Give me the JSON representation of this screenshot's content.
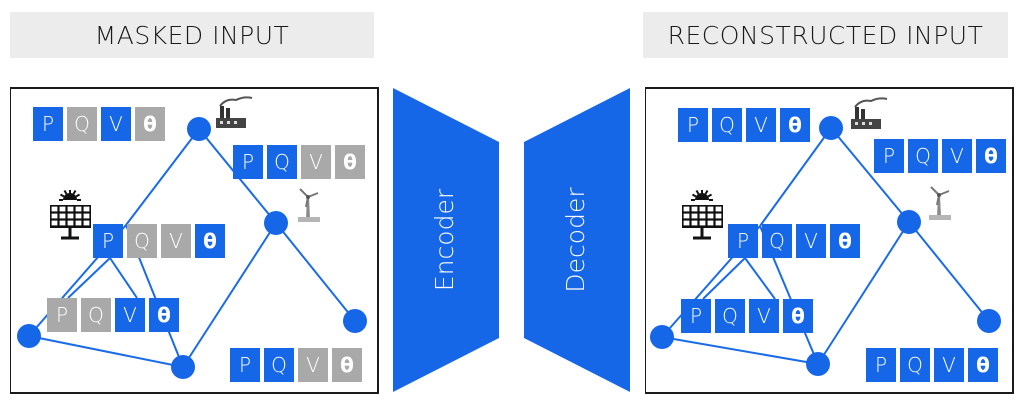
{
  "titles": {
    "masked": "MASKED INPUT",
    "reconstructed": "RECONSTRUCTED INPUT"
  },
  "encoder_label": "Encoder",
  "decoder_label": "Decoder",
  "cell_labels": [
    "P",
    "Q",
    "V",
    "θ"
  ],
  "colors": {
    "blue": "#1667e8",
    "gray": "#a9a9a9",
    "edge": "#1a6be8"
  },
  "icons": {
    "factory": "factory-icon",
    "wind": "wind-turbine-icon",
    "solar": "solar-panel-icon"
  },
  "masked_groups": [
    {
      "id": "top",
      "mask": [
        1,
        0,
        1,
        0
      ]
    },
    {
      "id": "upper-right",
      "mask": [
        1,
        1,
        0,
        0
      ]
    },
    {
      "id": "middle",
      "mask": [
        1,
        0,
        0,
        1
      ]
    },
    {
      "id": "lower-left",
      "mask": [
        0,
        0,
        1,
        1
      ]
    },
    {
      "id": "bottom-right",
      "mask": [
        1,
        1,
        0,
        0
      ]
    }
  ],
  "reconstructed_groups": [
    {
      "id": "top",
      "mask": [
        1,
        1,
        1,
        1
      ]
    },
    {
      "id": "upper-right",
      "mask": [
        1,
        1,
        1,
        1
      ]
    },
    {
      "id": "middle",
      "mask": [
        1,
        1,
        1,
        1
      ]
    },
    {
      "id": "lower-left",
      "mask": [
        1,
        1,
        1,
        1
      ]
    },
    {
      "id": "bottom-right",
      "mask": [
        1,
        1,
        1,
        1
      ]
    }
  ]
}
